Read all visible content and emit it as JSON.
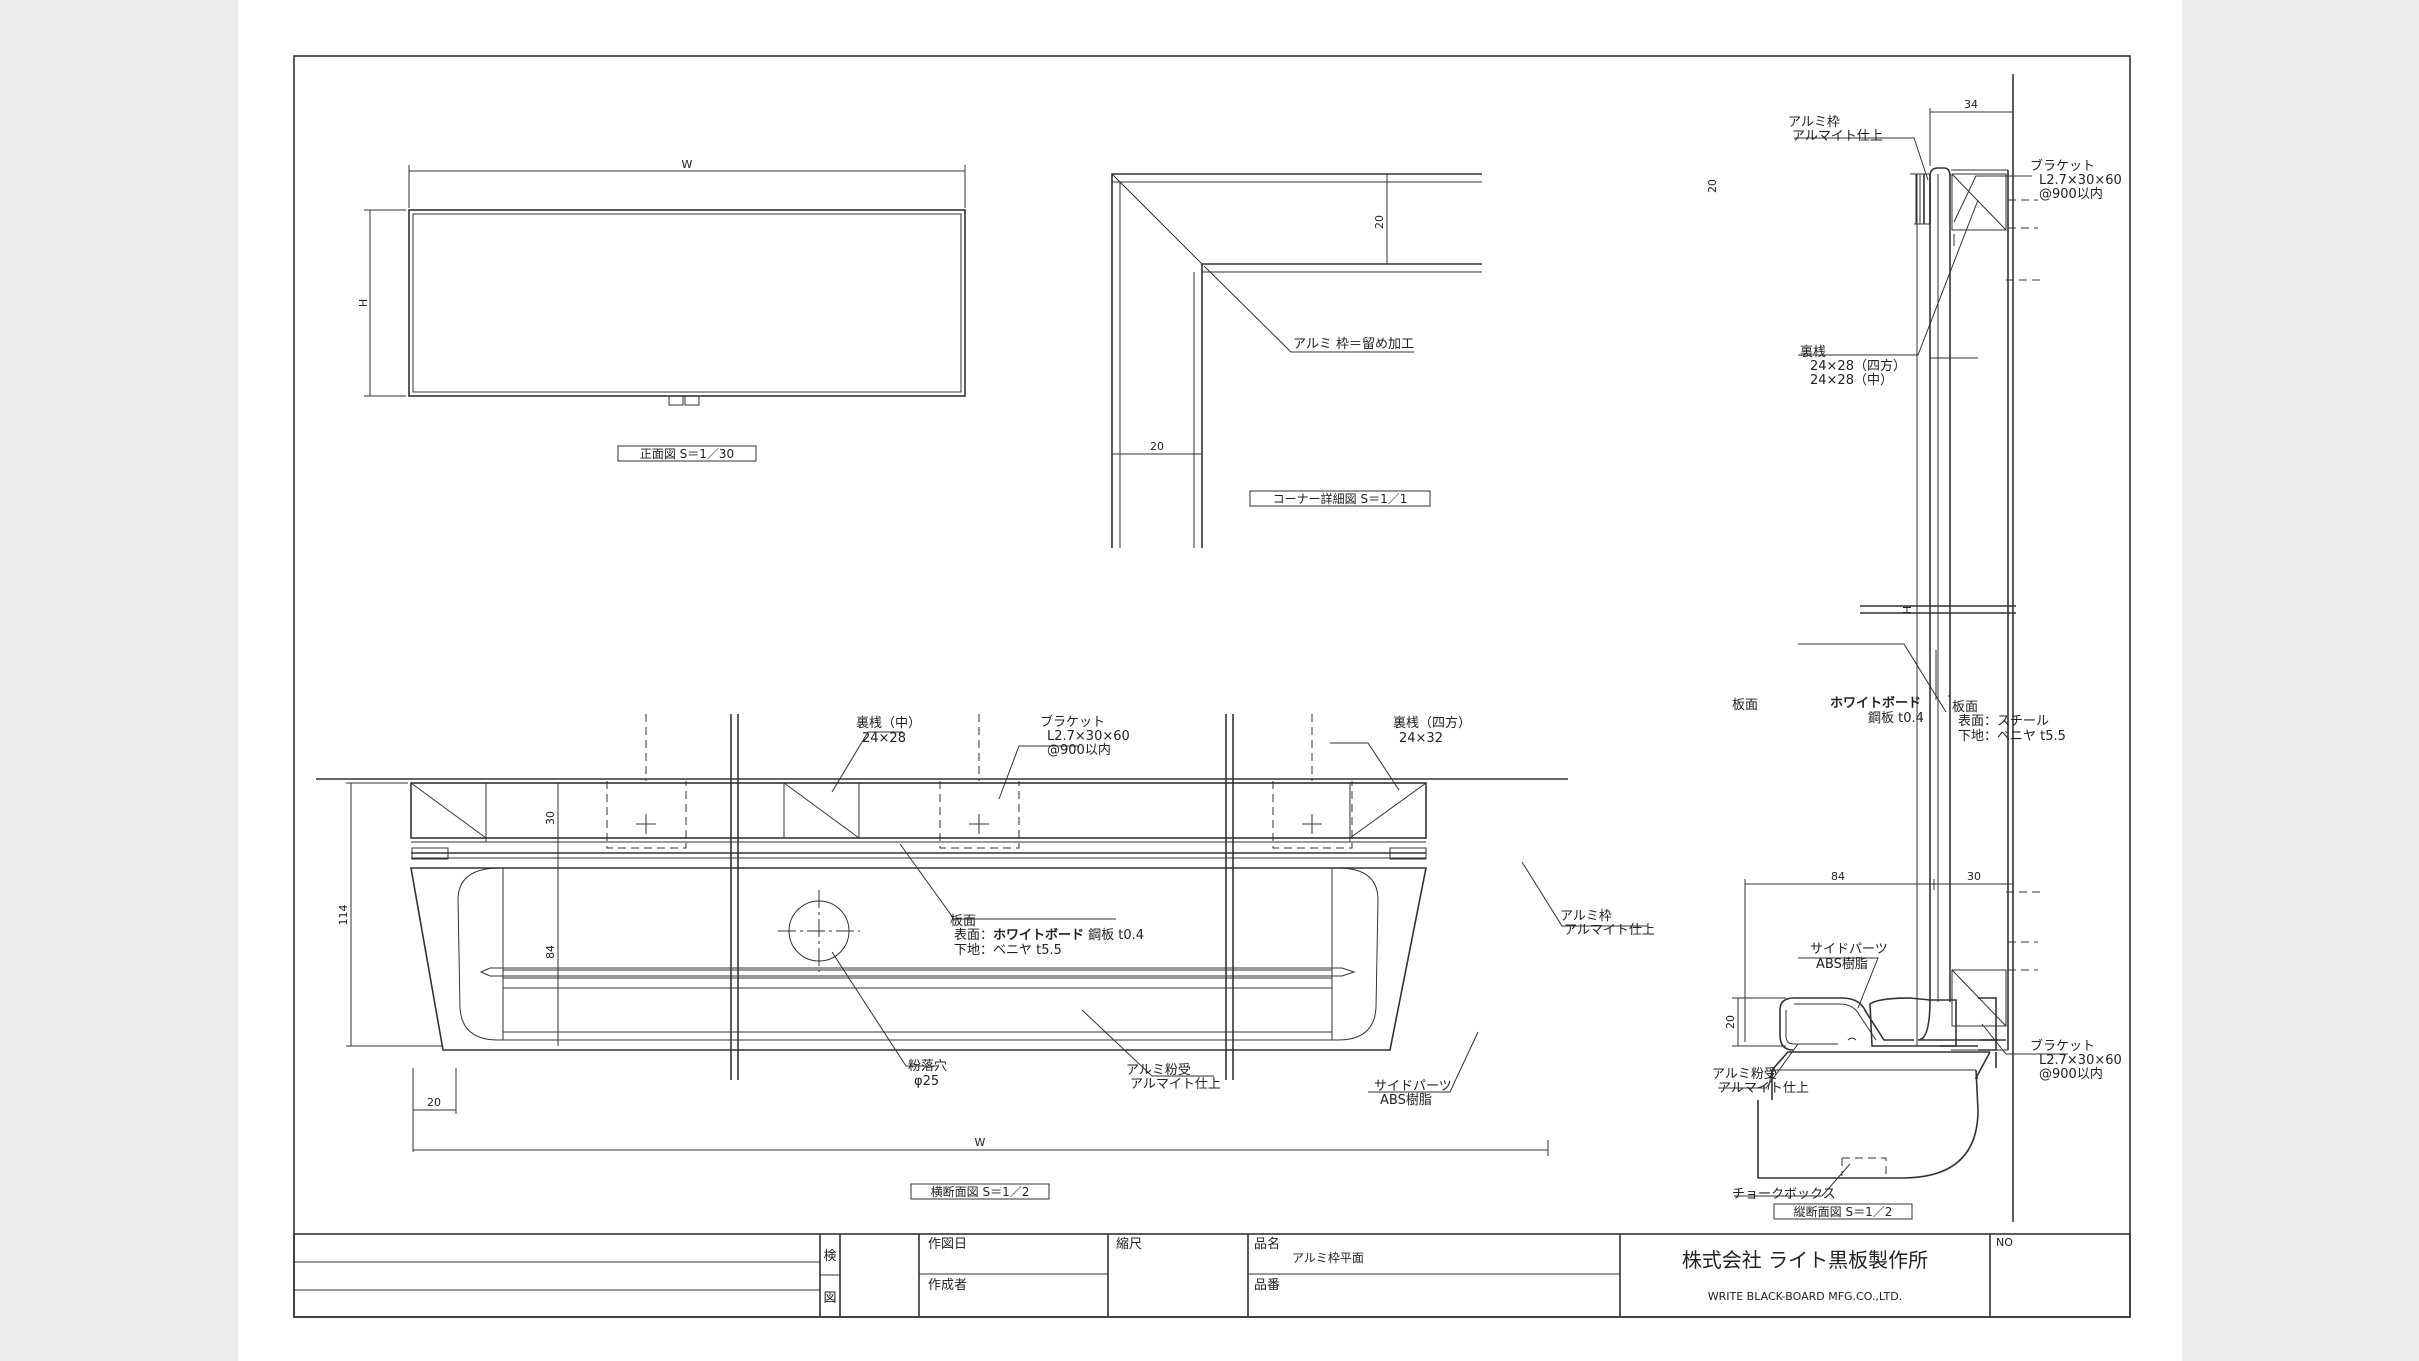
{
  "front_view": {
    "dim_w": "W",
    "dim_h": "H",
    "caption": "正面図 S＝1／30"
  },
  "corner_detail": {
    "dim_20_top": "20",
    "dim_20_bottom": "20",
    "note": "アルミ 枠＝留め加工",
    "caption": "コーナー詳細図 S＝1／1"
  },
  "cross_section": {
    "label_urasan_naka_1": "裏桟（中）",
    "label_urasan_naka_2": "24×28",
    "label_bracket_1": "ブラケット",
    "label_bracket_2": "L2.7×30×60",
    "label_bracket_3": "@900以内",
    "label_urasan_shiho_1": "裏桟（四方）",
    "label_urasan_shiho_2": "24×32",
    "dim_114": "114",
    "dim_30": "30",
    "dim_84": "84",
    "dim_20": "20",
    "dim_w": "W",
    "label_board_1": "板面",
    "label_board_2a": "表面：",
    "label_board_2b": "ホワイトボード",
    "label_board_2c": " 鋼板 t0.4",
    "label_board_3": "下地：ベニヤ t5.5",
    "label_frame_1": "アルミ枠",
    "label_frame_2": "アルマイト仕上",
    "label_hole_1": "粉落穴",
    "label_hole_2": "φ25",
    "label_tray_1": "アルミ粉受",
    "label_tray_2": "アルマイト仕上",
    "label_side_1": "サイドパーツ",
    "label_side_2": "ABS樹脂",
    "caption": "横断面図 S＝1／2"
  },
  "vertical_section": {
    "label_frame_1": "アルミ枠",
    "label_frame_2": "アルマイト仕上",
    "dim_34": "34",
    "dim_20_top": "20",
    "label_bracket_1": "ブラケット",
    "label_bracket_2": "L2.7×30×60",
    "label_bracket_3": "@900以内",
    "label_urasan_1": "裏桟",
    "label_urasan_2": "24×28（四方）",
    "label_urasan_3": "24×28（中）",
    "dim_h": "H",
    "label_board_1": "板面",
    "label_board_2": "表面：スチール",
    "label_board_3": "下地：ベニヤ t5.5",
    "label_wb_1": "ホワイトボード",
    "label_wb_2": "鋼板 t0.4",
    "dim_84": "84",
    "dim_30": "30",
    "label_side_1": "サイドパーツ",
    "label_side_2": "ABS樹脂",
    "dim_20_bottom": "20",
    "label_bracket2_1": "ブラケット",
    "label_bracket2_2": "L2.7×30×60",
    "label_bracket2_3": "@900以内",
    "label_tray_1": "アルミ粉受",
    "label_tray_2": "アルマイト仕上",
    "label_chalk": "チョークボックス",
    "caption": "縦断面図 S＝1／2"
  },
  "title_block": {
    "kenzu_1": "検",
    "kenzu_2": "図",
    "sakuzubi": "作図日",
    "sakuseisha": "作成者",
    "shukushaku": "縮尺",
    "hinmei_label": "品名",
    "hinmei_value": "アルミ枠平面",
    "hinban_label": "品番",
    "company_jp": "株式会社 ライト黒板製作所",
    "company_en": "WRITE BLACK-BOARD MFG.CO.,LTD.",
    "no_label": "NO"
  }
}
